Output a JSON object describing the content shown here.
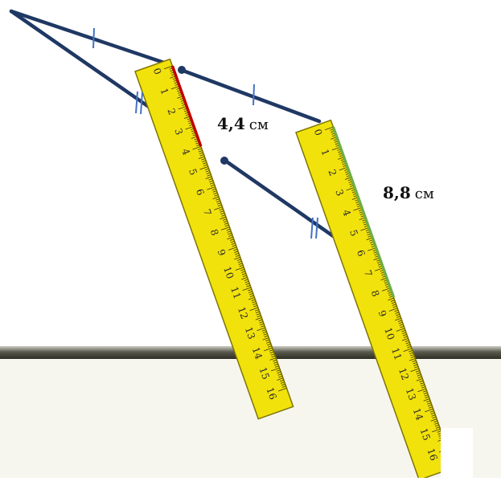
{
  "colors": {
    "background": "#ffffff",
    "table": "#f6f6ee",
    "table_edge": "#4a4a3c",
    "ruler_fill": "#f2e20c",
    "ruler_edge": "#7f7600",
    "segment": "#1f3864",
    "tick_mark": "#4472c4",
    "highlight_small": "#c00000",
    "highlight_large": "#70ad47"
  },
  "ruler_small": {
    "numbers": [
      "0",
      "1",
      "2",
      "3",
      "4",
      "5",
      "6",
      "7",
      "8",
      "9",
      "10",
      "11",
      "12",
      "13",
      "14",
      "15",
      "16"
    ]
  },
  "ruler_large": {
    "numbers": [
      "0",
      "1",
      "2",
      "3",
      "4",
      "5",
      "6",
      "7",
      "8",
      "9",
      "10",
      "11",
      "12",
      "13",
      "14",
      "15",
      "16"
    ]
  },
  "labels": {
    "small_value": "4,4",
    "small_unit": "см",
    "large_value": "8,8",
    "large_unit": "см"
  }
}
